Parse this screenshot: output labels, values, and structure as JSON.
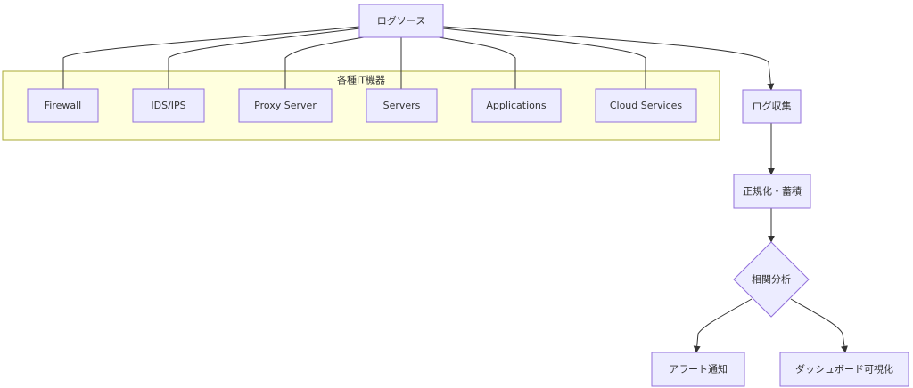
{
  "diagram": {
    "group_title": "各種IT機器",
    "nodes": {
      "log_source": "ログソース",
      "firewall": "Firewall",
      "ids_ips": "IDS/IPS",
      "proxy": "Proxy Server",
      "servers": "Servers",
      "applications": "Applications",
      "cloud": "Cloud Services",
      "log_collect": "ログ収集",
      "normalize": "正規化・蓄積",
      "correlate": "相関分析",
      "alert": "アラート通知",
      "dashboard": "ダッシュボード可視化"
    }
  }
}
